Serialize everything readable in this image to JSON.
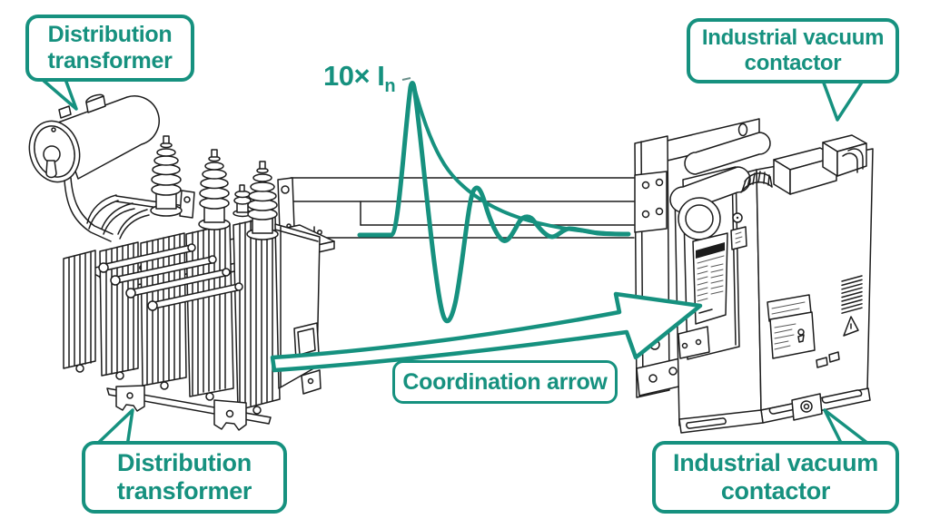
{
  "colors": {
    "accent": "#16917F",
    "ink": "#1c1c1c"
  },
  "callouts": [
    {
      "id": "top-left",
      "lines": [
        "Distribution",
        "transformer"
      ]
    },
    {
      "id": "top-right",
      "lines": [
        "Industrial vacuum",
        "contactor"
      ]
    },
    {
      "id": "bottom-left",
      "lines": [
        "Distribution",
        "transformer"
      ]
    },
    {
      "id": "bottom-right",
      "lines": [
        "Industrial vacuum",
        "contactor"
      ]
    }
  ],
  "annotations": {
    "peak_label": {
      "prefix": "10×",
      "symbol": "I",
      "subscript": "n"
    },
    "coordination_label": "Coordination arrow"
  },
  "figures": {
    "left": "distribution-transformer-line-art",
    "right": "industrial-vacuum-contactor-line-art",
    "connection": "busbar-duct",
    "waveform": "inrush-current-curve",
    "arrow": "coordination-arrow"
  }
}
